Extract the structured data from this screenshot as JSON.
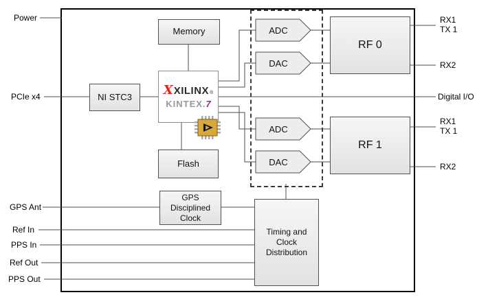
{
  "colors": {
    "line": "#4d4d4d",
    "block_fill": "#ededed",
    "block_border": "#4f4f4f",
    "enclosure_border": "#000000",
    "xilinx_red": "#e1251b",
    "kintex_gray": "#97999c",
    "kintex_purple": "#92278f",
    "chip_gold": "#d7a93c"
  },
  "ports": {
    "left": {
      "power": "Power",
      "pcie": "PCIe x4",
      "gps_ant": "GPS Ant",
      "ref_in": "Ref In",
      "pps_in": "PPS In",
      "ref_out": "Ref Out",
      "pps_out": "PPS Out"
    },
    "right": {
      "rf0_rx1": "RX1",
      "rf0_tx1": "TX 1",
      "rf0_rx2": "RX2",
      "digital_io": "Digital I/O",
      "rf1_rx1": "RX1",
      "rf1_tx1": "TX 1",
      "rf1_rx2": "RX2"
    }
  },
  "blocks": {
    "memory": "Memory",
    "ni_stc3": "NI STC3",
    "flash": "Flash",
    "gps_clock": "GPS Disciplined Clock",
    "timing": "Timing and Clock Distribution",
    "rf0": "RF 0",
    "rf1": "RF 1",
    "adc": "ADC",
    "dac": "DAC"
  },
  "fpga": {
    "mark": "X",
    "vendor": "XILINX",
    "reg": "®",
    "family": "KINTEX",
    "dot": ".",
    "series": "7"
  }
}
